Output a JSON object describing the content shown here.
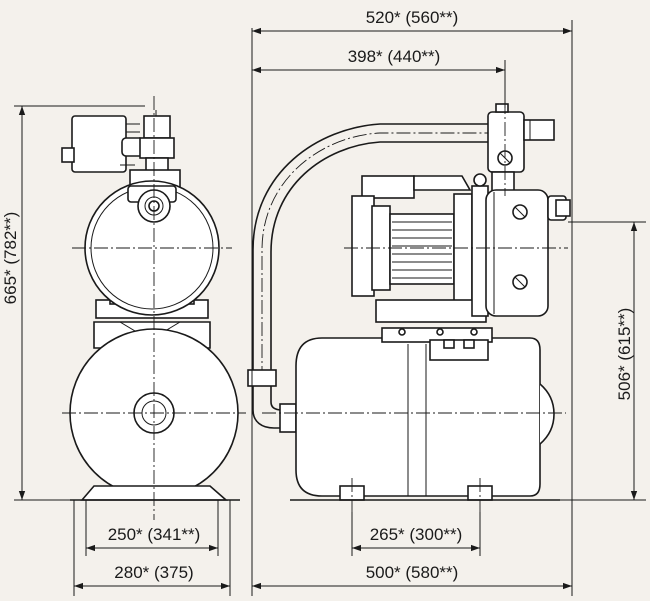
{
  "dimensions": {
    "total_width": "520* (560**)",
    "outlet_offset": "398* (440**)",
    "height_front": "665* (782**)",
    "height_side": "506* (615**)",
    "foot_spacing_front": "250* (341**)",
    "base_width_front": "280* (375)",
    "foot_spacing_side": "265* (300**)",
    "length_side": "500* (580**)"
  },
  "colors": {
    "background": "#f4f1ec",
    "line": "#1a1a1a",
    "fill": "#ffffff"
  }
}
